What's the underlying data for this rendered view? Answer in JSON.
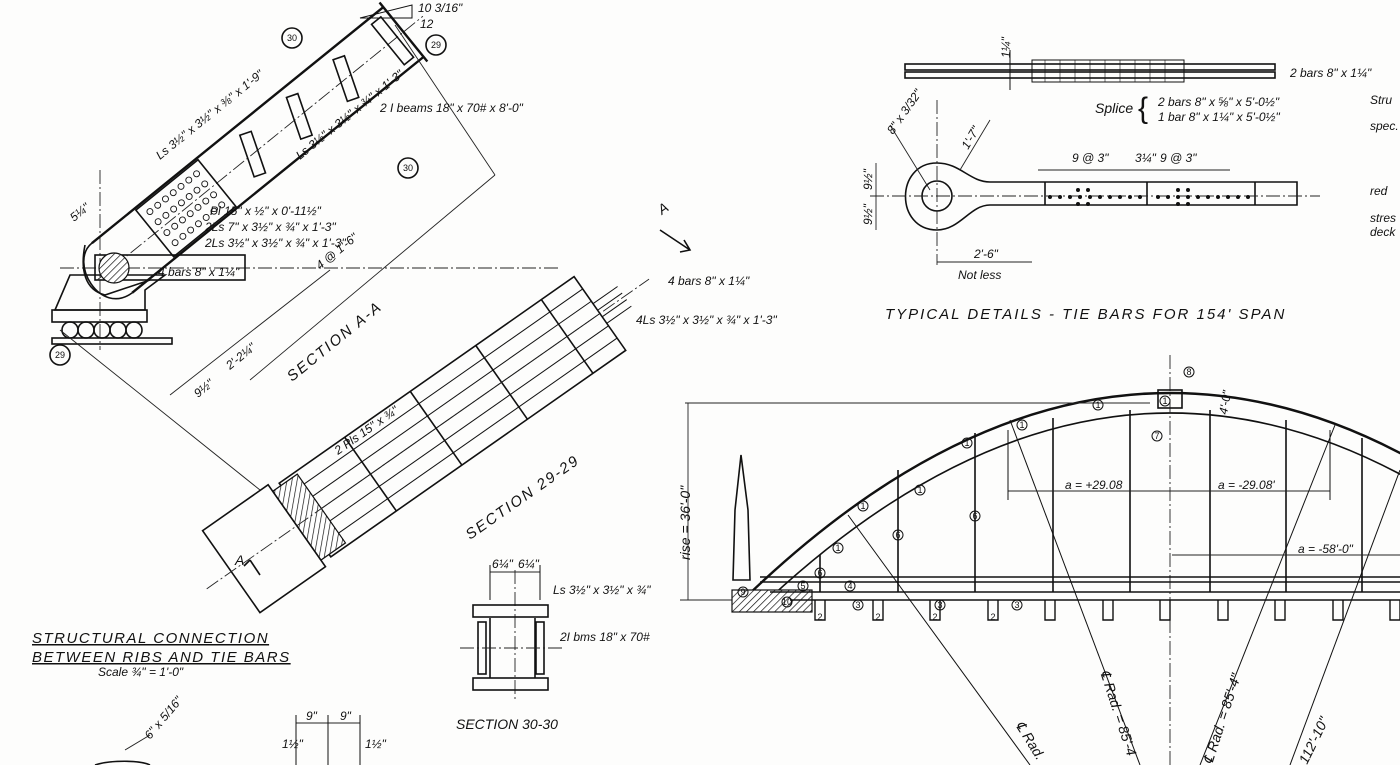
{
  "rib_detail": {
    "slope_rise": "10 3/16\"",
    "slope_run": "12",
    "mark_30": "30",
    "mark_29": "29",
    "angles_top": "Ls 3½\" x 3½\" x ⅜\" x 1'-9\"",
    "i_beams": "2 I beams 18\" x 70# x 8'-0\"",
    "angles_mid": "Ls 3½\" x 3½\" x ¾\" x 1'-3\"",
    "angles_low": "Ls 3½\" x 3½\"",
    "plate": "Pl 15\" x ½\" x 0'-11½\"",
    "angles_7": "2Ls 7\" x 3½\" x ¾\" x 1'-3\"",
    "angles_35": "2Ls 3½\" x 3½\" x ¾\" x 1'-3\"",
    "bars": "4 bars 8\" x 1¼\"",
    "spacing": "4 @ 1'-6\"",
    "dim_edge": "5¼\"",
    "dim_22": "2'-2¼\"",
    "dim_95": "9½\"",
    "section_label": "SECTION A-A"
  },
  "section_29": {
    "cut_a": "A",
    "bars": "4 bars 8\" x 1¼\"",
    "angles": "4Ls 3½\" x 3½\" x ¾\" x 1'-3\"",
    "plates": "2 Pls 15\" x ¾\"",
    "section_label": "SECTION 29-29"
  },
  "title_block": {
    "line1": "STRUCTURAL CONNECTION",
    "line2": "BETWEEN RIBS AND TIE BARS",
    "scale": "Scale ¾\" = 1'-0\""
  },
  "section_30": {
    "dim_left": "6¼\"",
    "dim_right": "6¼\"",
    "angles": "Ls 3½\" x 3½\" x ¾\"",
    "beams": "2I bms 18\" x 70#",
    "section_label": "SECTION 30-30"
  },
  "bottom_detail": {
    "dim_9a": "9\"",
    "dim_9b": "9\"",
    "dim_15a": "1½\"",
    "dim_15b": "1½\"",
    "bar": "6\" x 5/16\""
  },
  "tie_bars": {
    "bars_top": "2 bars 8\" x 1¼\"",
    "thick": "1¼\"",
    "splice": "Splice",
    "splice_1": "2 bars 8\" x ⅝\" x 5'-0½\"",
    "splice_2": "1 bar 8\" x 1¼\" x 5'-0½\"",
    "eye_dim": "8\" x 3/32\"",
    "radius": "1'-7\"",
    "holes_left": "9 @ 3\"",
    "gap": "3¼\"",
    "holes_right": "9 @ 3\"",
    "half_upper": "9½\"",
    "half_lower": "9½\"",
    "length": "2'-6\"",
    "not_less": "Not less",
    "title": "TYPICAL DETAILS - TIE BARS FOR 154' SPAN",
    "side_notes": [
      "Stru",
      "spec.",
      "red",
      "stres",
      "deck"
    ]
  },
  "arch": {
    "rise": "rise = 36'-0\"",
    "a_pos": "a = +29.08",
    "a_neg": "a = -29.08'",
    "a_58": "a = -58'-0\"",
    "rad_1": "℄ Rad. = 85'-4",
    "rad_2": "℄ Rad. = 85'-4\"",
    "rad_3": "℄ Rad.",
    "rad_4": "112'-10\"",
    "depth": "4'-0\"",
    "marks": [
      "1",
      "1",
      "1",
      "1",
      "1",
      "1",
      "1",
      "8",
      "7",
      "6",
      "6",
      "6",
      "5",
      "4",
      "3",
      "3",
      "3",
      "3",
      "2",
      "2",
      "2",
      "2",
      "9",
      "10"
    ]
  }
}
